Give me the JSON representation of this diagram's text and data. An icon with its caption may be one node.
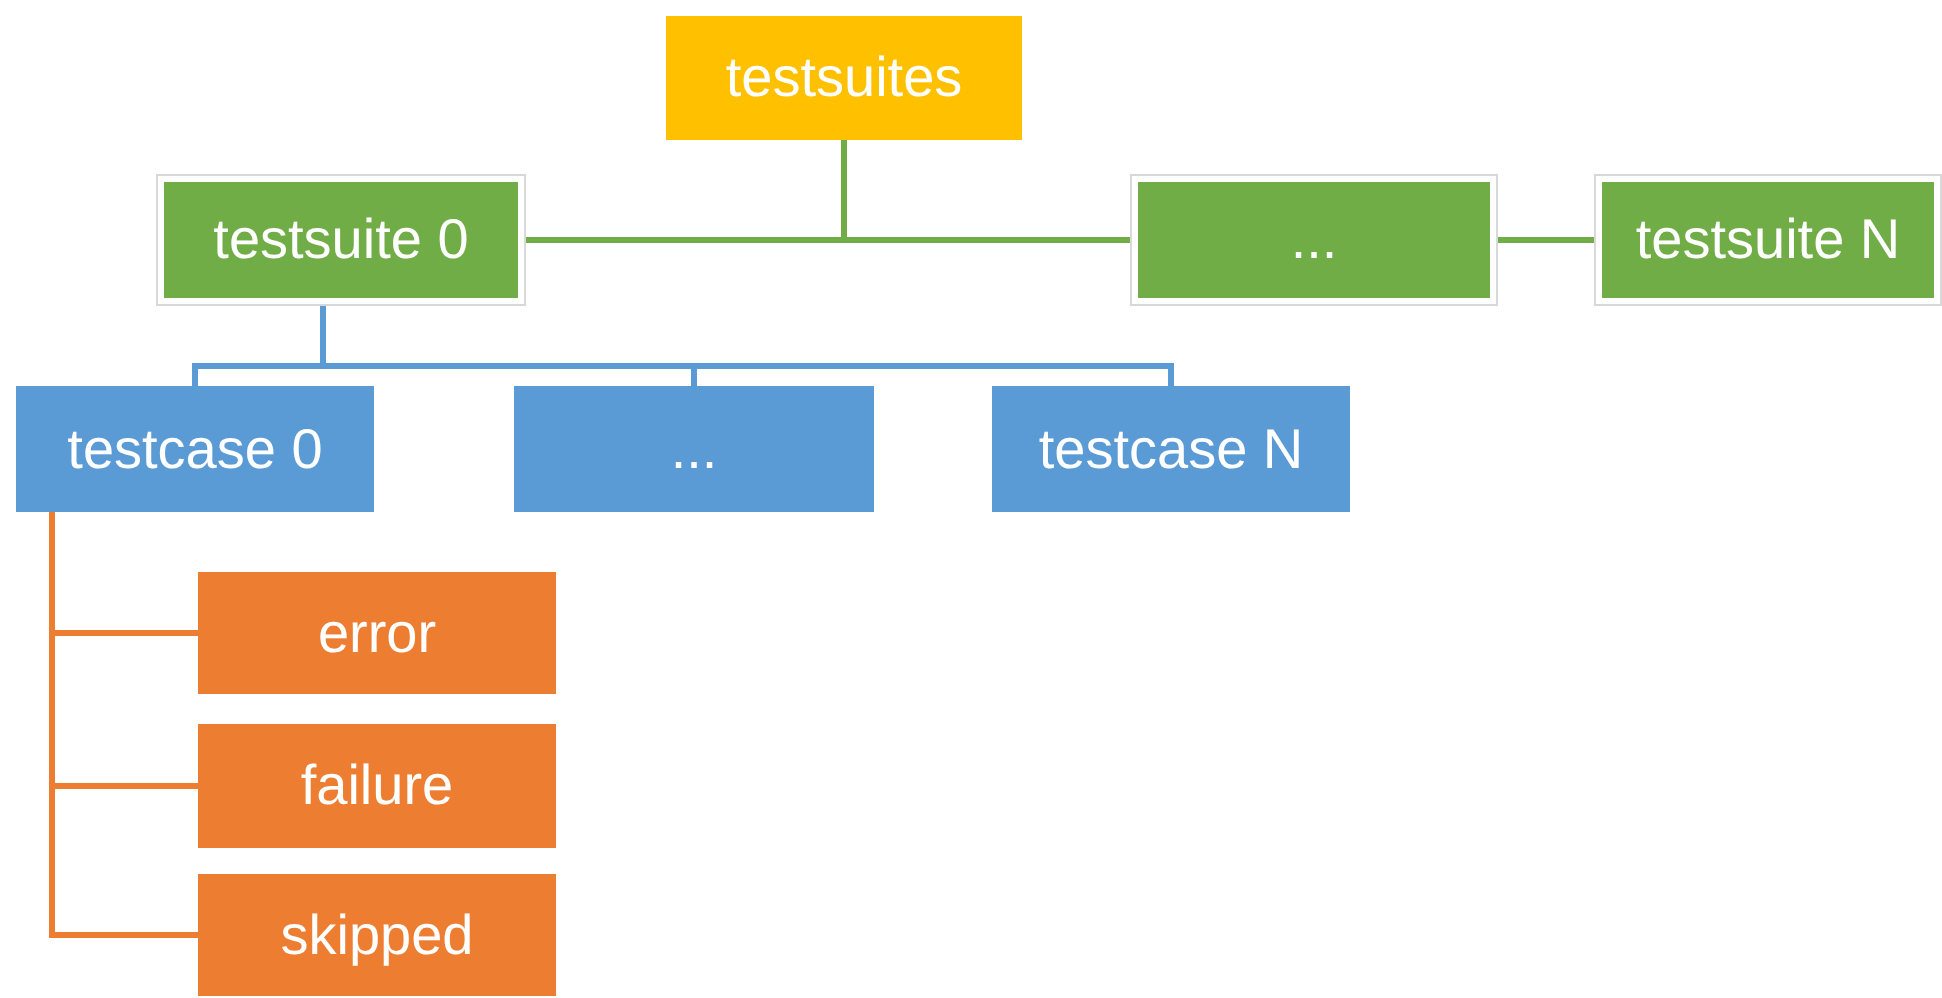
{
  "diagram": {
    "nodes": [
      {
        "text": [
          "testsuites"
        ]
      },
      {
        "text": [
          "testsuite 0"
        ]
      },
      {
        "text": [
          "..."
        ]
      },
      {
        "text": [
          "testsuite N"
        ]
      },
      {
        "text": [
          "testcase 0"
        ]
      },
      {
        "text": [
          "..."
        ]
      },
      {
        "text": [
          "testcase N"
        ]
      },
      {
        "text": [
          "error"
        ]
      },
      {
        "text": [
          "failure"
        ]
      },
      {
        "text": [
          "skipped"
        ]
      }
    ],
    "edges": [
      {
        "from": 0,
        "to": 1,
        "arrow": "none",
        "color": "#70ad47"
      },
      {
        "from": 0,
        "to": 2,
        "arrow": "none",
        "color": "#70ad47"
      },
      {
        "from": 2,
        "to": 3,
        "arrow": "none",
        "color": "#70ad47"
      },
      {
        "from": 1,
        "to": 4,
        "arrow": "none",
        "color": "#5b9bd5"
      },
      {
        "from": 1,
        "to": 5,
        "arrow": "none",
        "color": "#5b9bd5"
      },
      {
        "from": 1,
        "to": 6,
        "arrow": "none",
        "color": "#5b9bd5"
      },
      {
        "from": 4,
        "to": 7,
        "arrow": "none",
        "color": "#ed7d31"
      },
      {
        "from": 4,
        "to": 8,
        "arrow": "none",
        "color": "#ed7d31"
      },
      {
        "from": 4,
        "to": 9,
        "arrow": "none",
        "color": "#ed7d31"
      }
    ]
  }
}
